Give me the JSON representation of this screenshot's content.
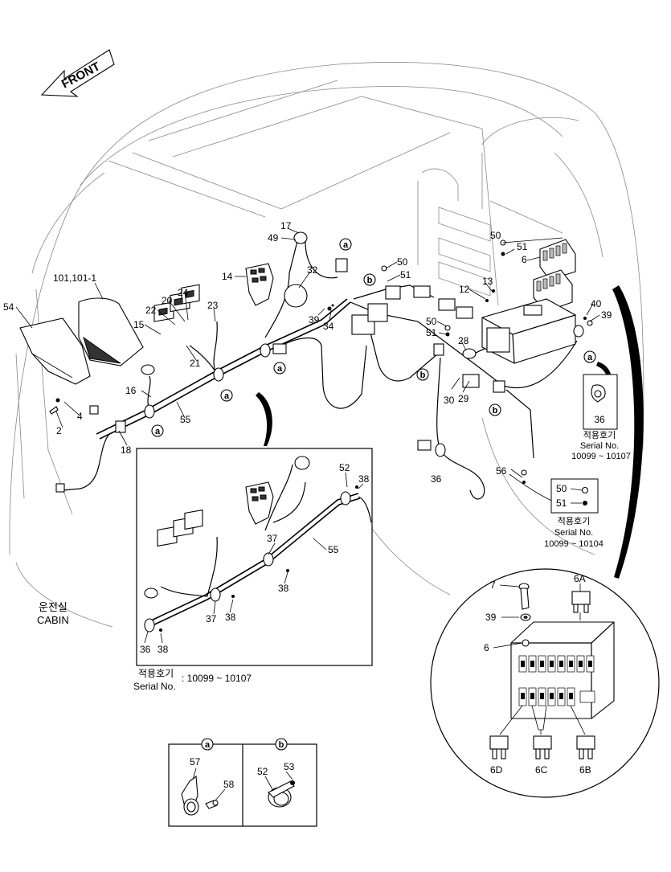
{
  "front_label": "FRONT",
  "cabin_label": {
    "ko": "운전실",
    "en": "CABIN"
  },
  "callouts": {
    "c101": "101,101-1",
    "c54": "54",
    "c2": "2",
    "c4": "4",
    "c15": "15",
    "c16": "16",
    "c18": "18",
    "c22": "22",
    "c20": "20",
    "c24": "24",
    "c23": "23",
    "c21": "21",
    "c55": "55",
    "c14": "14",
    "c17": "17",
    "c49": "49",
    "c32": "32",
    "c39": "39",
    "c34": "34",
    "c50": "50",
    "c51": "51",
    "c12": "12",
    "c13": "13",
    "c6": "6",
    "c40": "40",
    "c39b": "39",
    "c28": "28",
    "c30": "30",
    "c29": "29",
    "c50b": "50",
    "c51b": "51",
    "c36": "36",
    "c56": "56"
  },
  "circled_refs": {
    "a": "a",
    "b": "b"
  },
  "detail_inset": {
    "callouts": {
      "c52": "52",
      "c38": "38",
      "c55": "55",
      "c37": "37",
      "c38b": "38",
      "c37b": "37",
      "c38c": "38",
      "c36": "36",
      "c38d": "38"
    },
    "applicability_ko": "적용호기",
    "serial_label": "Serial No.",
    "serial_range": ": 10099 ~ 10107"
  },
  "serial_box_1": {
    "part": "36",
    "applicability_ko": "적용호기",
    "serial_label": "Serial No.",
    "serial_range": "10099 ~ 10107"
  },
  "serial_box_2": {
    "part_a": "50",
    "part_b": "51",
    "applicability_ko": "적용호기",
    "serial_label": "Serial No.",
    "serial_range": "10099 ~ 10104"
  },
  "fuse_detail": {
    "c7": "7",
    "c39": "39",
    "c6": "6",
    "c6A": "6A",
    "c6D": "6D",
    "c6C": "6C",
    "c6B": "6B"
  },
  "clip_legend": {
    "a": {
      "tag": "a",
      "c57": "57",
      "c58": "58"
    },
    "b": {
      "tag": "b",
      "c52": "52",
      "c53": "53"
    }
  }
}
